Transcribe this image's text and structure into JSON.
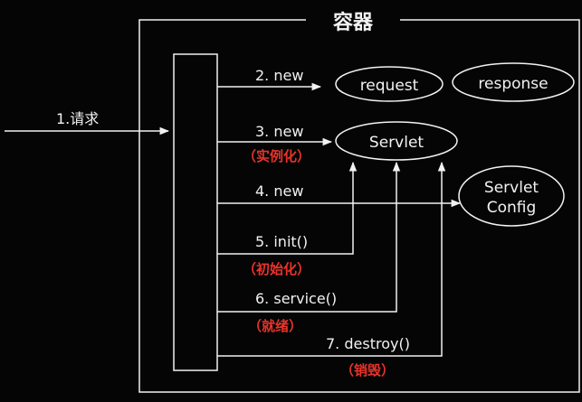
{
  "container": {
    "title": "容器"
  },
  "steps": {
    "s1": {
      "label": "1.请求"
    },
    "s2": {
      "label": "2. new"
    },
    "s3": {
      "label": "3. new",
      "note": "（实例化）"
    },
    "s4": {
      "label": "4. new"
    },
    "s5": {
      "label": "5. init()",
      "note": "（初始化）"
    },
    "s6": {
      "label": "6. service()",
      "note": "（就绪）"
    },
    "s7": {
      "label": "7. destroy()",
      "note": "（销毁）"
    }
  },
  "objects": {
    "request": "request",
    "response": "response",
    "servlet": "Servlet",
    "servlet_config_line1": "Servlet",
    "servlet_config_line2": "Config"
  },
  "colors": {
    "background": "#050505",
    "line": "#f2f2f2",
    "text": "#f2f2f2",
    "note": "#e8332b"
  }
}
